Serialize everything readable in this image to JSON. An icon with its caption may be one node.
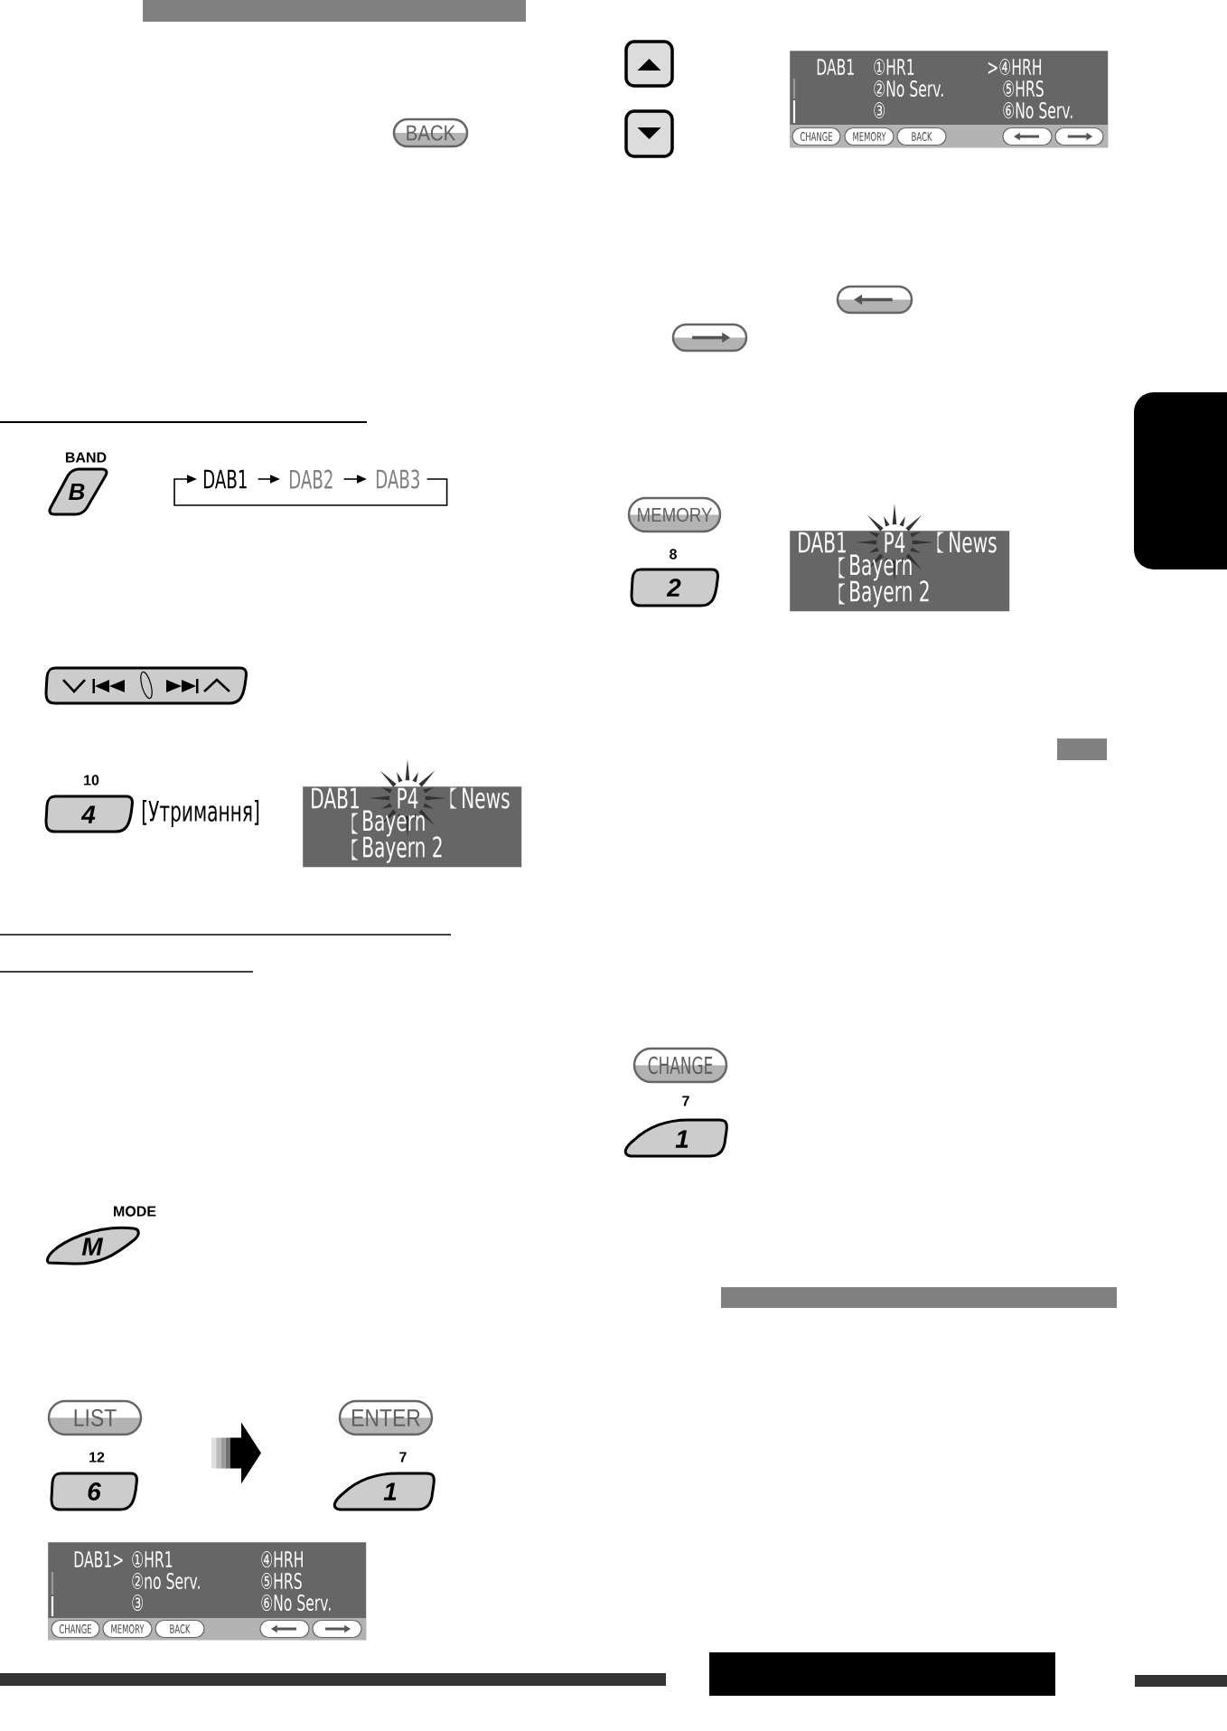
{
  "diagram": {
    "nodes": [
      {
        "text": [],
        "shape": "bar"
      },
      {
        "text": [
          "BACK"
        ]
      },
      {
        "text": [
          "BAND",
          "B"
        ]
      },
      {
        "text": [
          "DAB1"
        ]
      },
      {
        "text": [
          "DAB2"
        ]
      },
      {
        "text": [
          "DAB3"
        ]
      },
      {
        "text": [
          "10",
          "4"
        ],
        "beside": [
          "[Утримання]"
        ]
      },
      {
        "text": [
          "DAB1",
          "P4",
          "News",
          "Bayern",
          "Bayern 2"
        ]
      },
      {
        "text": [
          "MODE",
          "M"
        ]
      },
      {
        "text": [
          "LIST"
        ]
      },
      {
        "text": [
          "12",
          "6"
        ]
      },
      {
        "text": [
          "ENTER"
        ]
      },
      {
        "text": [
          "7",
          "1"
        ]
      },
      {
        "text": [
          "DAB1>",
          "①HR1",
          "②no Serv.",
          "③",
          "④HRH",
          "⑤HRS",
          "⑥No Serv."
        ]
      },
      {
        "text": [
          "CHANGE"
        ],
        "in": 13
      },
      {
        "text": [
          "MEMORY"
        ],
        "in": 13
      },
      {
        "text": [
          "BACK"
        ],
        "in": 13
      },
      {
        "text": [],
        "shape": "button",
        "in": 13
      },
      {
        "text": [],
        "shape": "button",
        "in": 13
      },
      {
        "text": [
          "DAB1",
          "①HR1",
          "②No Serv.",
          "③",
          ">④HRH",
          "⑤HRS",
          "⑥No Serv."
        ]
      },
      {
        "text": [
          "CHANGE"
        ],
        "in": 19
      },
      {
        "text": [
          "MEMORY"
        ],
        "in": 19
      },
      {
        "text": [
          "BACK"
        ],
        "in": 19
      },
      {
        "text": [],
        "shape": "button",
        "in": 19
      },
      {
        "text": [],
        "shape": "button",
        "in": 19
      },
      {
        "text": [],
        "shape": "box"
      },
      {
        "text": [
          "MEMORY"
        ]
      },
      {
        "text": [
          "8",
          "2"
        ]
      },
      {
        "text": [
          "DAB1",
          "P4",
          "News",
          "Bayern",
          "Bayern 2"
        ]
      },
      {
        "text": [
          "CHANGE"
        ]
      },
      {
        "text": [
          "7",
          "1"
        ]
      },
      {
        "text": [],
        "shape": "bar"
      }
    ],
    "edges": [
      {
        "from": 3,
        "to": 4,
        "arrow": "to"
      },
      {
        "from": 4,
        "to": 5,
        "arrow": "to"
      },
      {
        "from": 5,
        "to": 3,
        "arrow": "to"
      }
    ]
  }
}
